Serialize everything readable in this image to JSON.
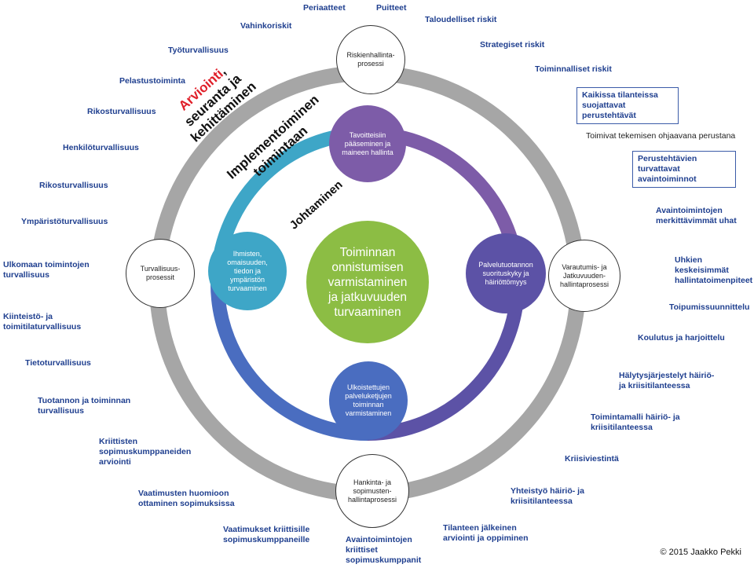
{
  "outer_labels": [
    {
      "id": "periaatteet",
      "text": "Periaatteet"
    },
    {
      "id": "puitteet",
      "text": "Puitteet"
    },
    {
      "id": "taloudelliset-riskit",
      "text": "Taloudelliset riskit"
    },
    {
      "id": "strategiset-riskit",
      "text": "Strategiset riskit"
    },
    {
      "id": "toiminnalliset-riskit",
      "text": "Toiminnalliset riskit"
    },
    {
      "id": "vahinkoriskit",
      "text": "Vahinkoriskit"
    },
    {
      "id": "tyoturvallisuus",
      "text": "Työturvallisuus"
    },
    {
      "id": "pelastustoiminta",
      "text": "Pelastustoiminta"
    },
    {
      "id": "rikosturvallisuus-1",
      "text": "Rikosturvallisuus"
    },
    {
      "id": "henkiloturvallisuus",
      "text": "Henkilöturvallisuus"
    },
    {
      "id": "rikosturvallisuus-2",
      "text": "Rikosturvallisuus"
    },
    {
      "id": "ymparistoturvallisuus",
      "text": "Ympäristöturvallisuus"
    },
    {
      "id": "ulkomaan-toimintojen",
      "text": "Ulkomaan toimintojen\nturvallisuus"
    },
    {
      "id": "kiinteisto",
      "text": "Kiinteistö- ja\ntoimitilaturvallisuus"
    },
    {
      "id": "tietoturvallisuus",
      "text": "Tietoturvallisuus"
    },
    {
      "id": "tuotannon",
      "text": "Tuotannon ja toiminnan\nturvallisuus"
    },
    {
      "id": "kriittisten",
      "text": "Kriittisten\nsopimuskumppaneiden\narviointi"
    },
    {
      "id": "vaatimusten-huomioon",
      "text": "Vaatimusten huomioon\nottaminen sopimuksissa"
    },
    {
      "id": "vaatimukset-kriittisille",
      "text": "Vaatimukset kriittisille\nsopimuskumppaneille"
    },
    {
      "id": "avaintoimintojen-kriittiset",
      "text": "Avaintoimintojen\nkriittiset\nsopimuskumppanit"
    },
    {
      "id": "tilanteen-jalkeinen",
      "text": "Tilanteen jälkeinen\narviointi ja oppiminen"
    },
    {
      "id": "yhteistyo",
      "text": "Yhteistyö häiriö- ja\nkriisitilanteessa"
    },
    {
      "id": "kriisiviestinta",
      "text": "Kriisiviestintä"
    },
    {
      "id": "toimintamalli",
      "text": "Toimintamalli häiriö- ja\nkriisitilanteessa"
    },
    {
      "id": "halytysjarjestelyt",
      "text": "Hälytysjärjestelyt häiriö-\nja kriisitilanteessa"
    },
    {
      "id": "koulutus",
      "text": "Koulutus ja harjoittelu"
    },
    {
      "id": "toipumissuunnittelu",
      "text": "Toipumissuunnittelu"
    },
    {
      "id": "uhkien",
      "text": "Uhkien keskeisimmät\nhallintatoimenpiteet"
    },
    {
      "id": "avaintoimintojen-uhat",
      "text": "Avaintoimintojen\nmerkittävimmät uhat"
    },
    {
      "id": "perustehtavien",
      "text": "Perustehtävien\nturvattavat\navaintoiminnot"
    },
    {
      "id": "toimivat",
      "text": "Toimivat tekemisen ohjaavana perustana"
    },
    {
      "id": "kaikissa",
      "text": "Kaikissa tilanteissa\nsuojattavat\nperustehtävät"
    }
  ],
  "nodes": {
    "center": "Toiminnan\nonnistumisen\nvarmistaminen\nja jatkuvuuden\nturvaaminen",
    "tavoitteisiin": "Tavoitteisiin\npääseminen ja\nmaineen hallinta",
    "palvelutuotannon": "Palvelutuotannon\nsuorituskyky ja\nhäiriöttömyys",
    "ulkoistettujen": "Ulkoistettujen\npalveluketjujen\ntoiminnan\nvarmistaminen",
    "ihmisten": "Ihmisten,\nomaisuuden,\ntiedon ja\nympäristön\nturvaaminen",
    "riskienhallinta": "Riskienhallinta-\nprosessi",
    "varautumis": "Varautumis- ja\nJatkuvuuden-\nhallintaprosessi",
    "hankinta": "Hankinta- ja\nsopimusten-\nhallintaprosessi",
    "turvallisuus": "Turvallisuus-\nprosessit"
  },
  "ring_text": {
    "arviointi_red": "Arviointi",
    "arviointi_rest": ", seuranta ja",
    "kehittaminen": "kehittäminen",
    "implementointi": "Implementoiminen\ntoimintaan",
    "johtaminen": "Johtaminen"
  },
  "copyright": "© 2015 Jaakko Pekki",
  "colors": {
    "label": "#1f3f8f",
    "outer_ring": "#a6a6a6",
    "center": "#8cbd44",
    "purple": "#7d5ca8",
    "indigo": "#5c52a6",
    "blue": "#4a6dc0",
    "teal": "#3ea6c7",
    "red": "#e0202a"
  }
}
